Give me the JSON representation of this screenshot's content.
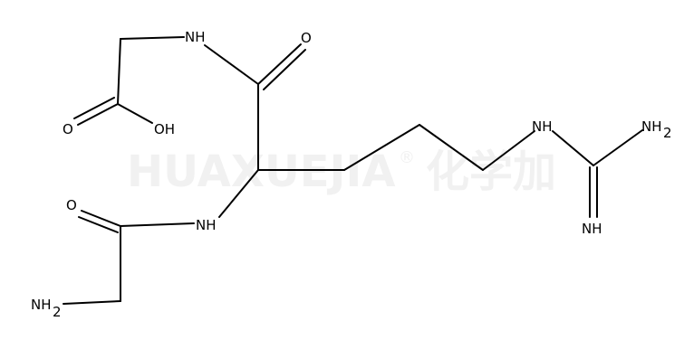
{
  "watermark": {
    "brand": "HUAXUEJIA",
    "registered_mark": "®",
    "chinese": "化学加"
  },
  "atoms": {
    "nh_gly": "NH",
    "o_amide_top": "O",
    "o_acid": "O",
    "oh_acid": "OH",
    "nh_guan": "NH",
    "nh2_guan": "NH",
    "nh2_guan_sub": "2",
    "nh_imine": "NH",
    "o_amide_left": "O",
    "nh_amide_left": "NH",
    "nh2_term": "NH",
    "nh2_term_sub": "2"
  }
}
